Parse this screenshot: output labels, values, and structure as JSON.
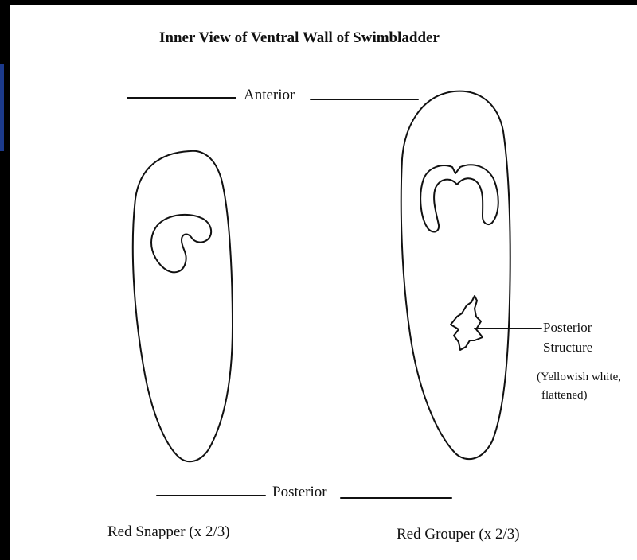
{
  "title": "Inner View of Ventral Wall of Swimbladder",
  "orientation": {
    "top_label": "Anterior",
    "bottom_label": "Posterior"
  },
  "specimens": [
    {
      "caption": "Red Snapper (x 2/3)"
    },
    {
      "caption": "Red Grouper (x 2/3)"
    }
  ],
  "callout": {
    "line1": "Posterior",
    "line2": "Structure",
    "note_line1": "(Yellowish white,",
    "note_line2": "flattened)"
  },
  "colors": {
    "ink": "#111111",
    "paper": "#ffffff",
    "frame": "#000000"
  }
}
